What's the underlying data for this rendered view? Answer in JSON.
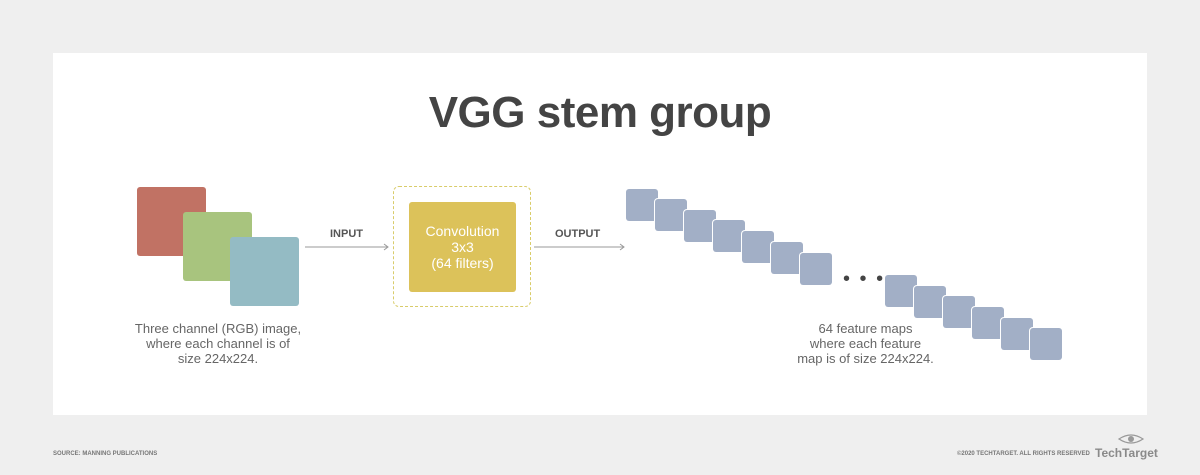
{
  "title": "VGG stem group",
  "input_caption": [
    "Three channel (RGB) image,",
    "where each channel is of",
    "size 224x224."
  ],
  "input_label": "INPUT",
  "output_label": "OUTPUT",
  "convolution": {
    "line1": "Convolution",
    "line2": "3x3",
    "line3": "(64 filters)"
  },
  "ellipsis": "• • •",
  "output_caption": [
    "64 feature maps",
    "where each feature",
    "map is of size 224x224."
  ],
  "footer": {
    "source": "SOURCE: MANNING PUBLICATIONS",
    "copyright": "©2020 TECHTARGET. ALL RIGHTS RESERVED",
    "logo": "TechTarget"
  },
  "colors": {
    "red_channel": "#c17264",
    "green_channel": "#a8c47e",
    "blue_channel": "#94bbc4",
    "convolution": "#dcc25a",
    "feature_map": "#a2afc6"
  }
}
